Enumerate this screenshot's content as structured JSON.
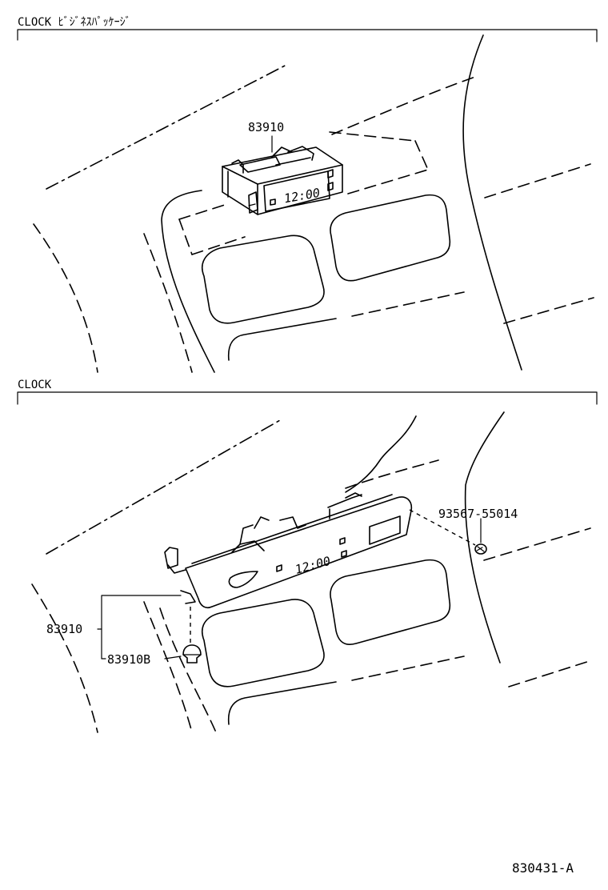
{
  "sections": [
    {
      "title": "CLOCK ﾋﾞｼﾞﾈｽﾊﾟｯｹｰｼﾞ"
    },
    {
      "title": "CLOCK"
    }
  ],
  "labels": {
    "top_clock_part": "83910",
    "top_clock_display": "12:00",
    "bottom_clock_display": "12:00",
    "bottom_clock_part": "83910",
    "clip_part": "83910B",
    "screw_part": "93567-55014"
  },
  "diagram_id": "830431-A"
}
